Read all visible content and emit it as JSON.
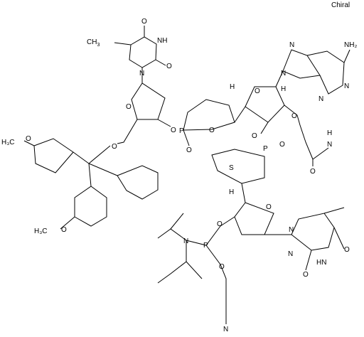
{
  "header": {
    "chiral_label": "Chiral"
  },
  "atoms": {
    "thymine_top": {
      "oxo_upper": "O",
      "nh": "NH",
      "oxo_lower": "O",
      "methyl": "CH",
      "methyl_sub": "3",
      "n1": "N"
    },
    "sugar_top": {
      "ring_o": "O",
      "o3": "O",
      "o5": "O"
    },
    "dmt": {
      "methoxy_upper": "H₃C",
      "methoxy_upper_o": "O",
      "methoxy_lower": "H₃C",
      "methoxy_lower_o": "O"
    },
    "oxaphosphinane": {
      "p": "P",
      "o_ring": "O",
      "o_oxo": "O"
    },
    "adenosine": {
      "ring_o": "O",
      "h1": "H",
      "h2": "H",
      "nh2": "NH₂",
      "n9": "N",
      "n7": "N",
      "n1": "N",
      "n3": "N",
      "o2": "O",
      "o3": "O"
    },
    "amide": {
      "o": "O",
      "nh": "N",
      "h": "H",
      "methyl_link": ""
    },
    "thiaphosphinane": {
      "p": "P",
      "s": "S",
      "o_oxo": "O",
      "h": "H"
    },
    "sugar_bottom": {
      "ring_o": "O",
      "o3": "O",
      "n1": "N"
    },
    "thymine_bottom": {
      "oxo_upper": "O",
      "nh": "HN",
      "oxo_lower": "O",
      "n1": "N"
    },
    "phosphoramidite": {
      "p": "P",
      "n": "N",
      "o": "O"
    },
    "cyanoethyl": {
      "n": "N"
    }
  }
}
